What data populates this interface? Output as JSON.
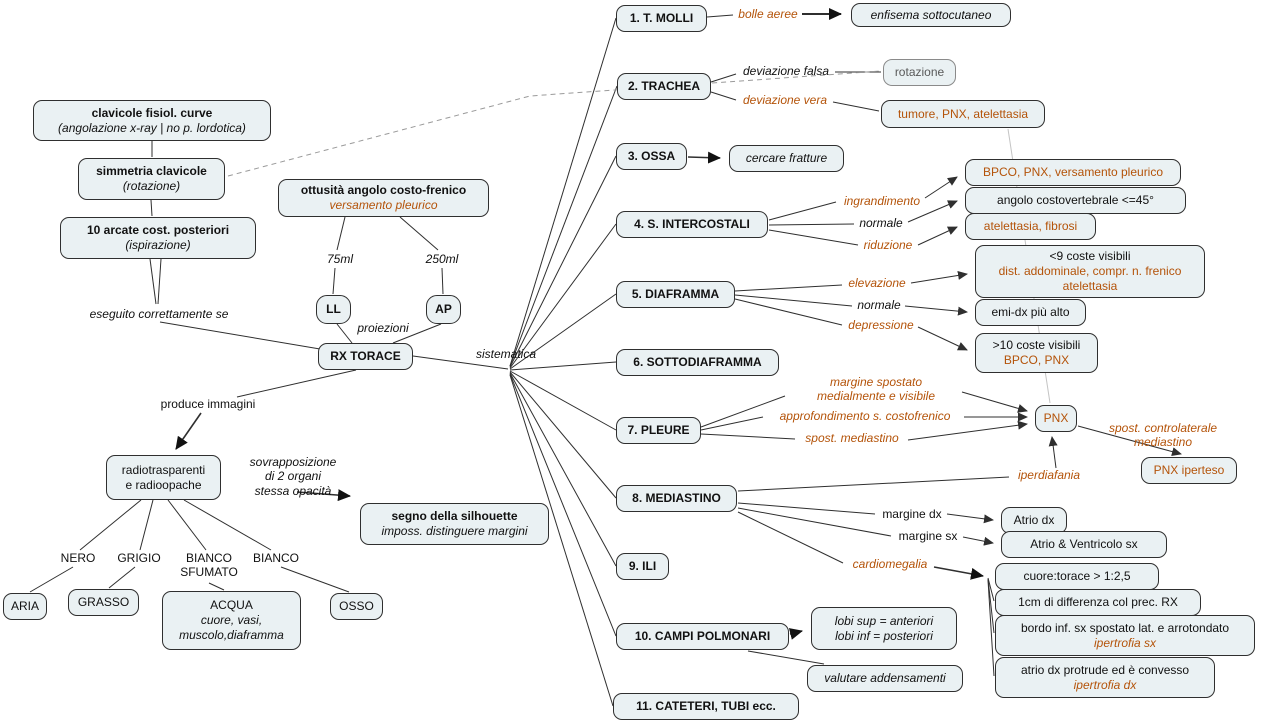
{
  "colors": {
    "accent_orange": "#b45309",
    "box_fill": "#eaf1f3",
    "line": "#2f2f2f",
    "muted_gray": "#9a9a9a"
  },
  "nodes": {
    "clavicole": {
      "l1": "clavicole fisiol. curve",
      "l2": "(angolazione x-ray | no p. lordotica)"
    },
    "simmetria": {
      "l1": "simmetria clavicole",
      "l2": "(rotazione)"
    },
    "arcate": {
      "l1": "10 arcate cost. posteriori",
      "l2": "(ispirazione)"
    },
    "eseguito": {
      "l1": "eseguito correttamente se"
    },
    "ottusita": {
      "l1": "ottusità angolo costo-frenico",
      "l2": "versamento pleurico"
    },
    "ml75": {
      "l1": "75ml"
    },
    "ml250": {
      "l1": "250ml"
    },
    "ll": {
      "l1": "LL"
    },
    "ap": {
      "l1": "AP"
    },
    "proiezioni": {
      "l1": "proiezioni"
    },
    "rxtorace": {
      "l1": "RX TORACE"
    },
    "sistematica": {
      "l1": "sistematica"
    },
    "produce": {
      "l1": "produce immagini"
    },
    "radio": {
      "l1": "radiotrasparenti",
      "l2": "e radioopache"
    },
    "sovrapposizione": {
      "l1": "sovrapposizione",
      "l2": "di 2 organi",
      "l3": "stessa opacità"
    },
    "silhouette": {
      "l1": "segno della silhouette",
      "l2": "imposs. distinguere margini"
    },
    "nero": {
      "l1": "NERO"
    },
    "grigio": {
      "l1": "GRIGIO"
    },
    "biancosfumato": {
      "l1": "BIANCO",
      "l2": "SFUMATO"
    },
    "bianco": {
      "l1": "BIANCO"
    },
    "aria": {
      "l1": "ARIA"
    },
    "grasso": {
      "l1": "GRASSO"
    },
    "acqua": {
      "l1": "ACQUA",
      "l2": "cuore, vasi,",
      "l3": "muscolo,diaframma"
    },
    "osso": {
      "l1": "OSSO"
    },
    "n1": {
      "l1": "1. T. MOLLI"
    },
    "bolle": {
      "l1": "bolle aeree"
    },
    "enfisema": {
      "l1": "enfisema sottocutaneo"
    },
    "n2": {
      "l1": "2. TRACHEA"
    },
    "devfalsa": {
      "l1": "deviazione falsa"
    },
    "rotazione": {
      "l1": "rotazione"
    },
    "devvera": {
      "l1": "deviazione vera"
    },
    "tumore": {
      "l1": "tumore, PNX, atelettasia"
    },
    "n3": {
      "l1": "3. OSSA"
    },
    "cercare": {
      "l1": "cercare fratture"
    },
    "n4": {
      "l1": "4. S. INTERCOSTALI"
    },
    "ingrandimento": {
      "l1": "ingrandimento"
    },
    "normale1": {
      "l1": "normale"
    },
    "riduzione": {
      "l1": "riduzione"
    },
    "bpco": {
      "l1": "BPCO, PNX, versamento pleurico"
    },
    "angolo": {
      "l1": "angolo costovertebrale <=45°"
    },
    "atelfibrosi": {
      "l1": "atelettasia, fibrosi"
    },
    "n5": {
      "l1": "5. DIAFRAMMA"
    },
    "elevazione": {
      "l1": "elevazione"
    },
    "normale2": {
      "l1": "normale"
    },
    "depressione": {
      "l1": "depressione"
    },
    "coste9": {
      "l1": "<9 coste visibili",
      "l2": "dist. addominale, compr. n. frenico",
      "l3": "atelettasia"
    },
    "emidx": {
      "l1": "emi-dx più alto"
    },
    "coste10": {
      "l1": ">10 coste visibili",
      "l2": "BPCO, PNX"
    },
    "n6": {
      "l1": "6. SOTTODIAFRAMMA"
    },
    "n7": {
      "l1": "7. PLEURE"
    },
    "marginespostato": {
      "l1": "margine spostato",
      "l2": "medialmente e visibile"
    },
    "approfondimento": {
      "l1": "approfondimento s. costofrenico"
    },
    "spostmediastino": {
      "l1": "spost. mediastino"
    },
    "pnx": {
      "l1": "PNX"
    },
    "spostcontro": {
      "l1": "spost. controlaterale",
      "l2": "mediastino"
    },
    "pnxiperteso": {
      "l1": "PNX iperteso"
    },
    "n8": {
      "l1": "8. MEDIASTINO"
    },
    "iperdiafania": {
      "l1": "iperdiafania"
    },
    "marginedx": {
      "l1": "margine dx"
    },
    "marginesx": {
      "l1": "margine sx"
    },
    "atriodx": {
      "l1": "Atrio dx"
    },
    "atrioventricolo": {
      "l1": "Atrio & Ventricolo sx"
    },
    "n9": {
      "l1": "9. ILI"
    },
    "cardiomegalia": {
      "l1": "cardiomegalia"
    },
    "cuoretorace": {
      "l1": "cuore:torace > 1:2,5"
    },
    "differenza": {
      "l1": "1cm di differenza col prec. RX"
    },
    "bordo": {
      "l1": "bordo inf. sx spostato lat. e arrotondato",
      "l2": "ipertrofia sx"
    },
    "atrioprotrude": {
      "l1": "atrio dx protrude ed è convesso",
      "l2": "ipertrofia dx"
    },
    "n10": {
      "l1": "10. CAMPI POLMONARI"
    },
    "lobi": {
      "l1": "lobi sup = anteriori",
      "l2": "lobi inf = posteriori"
    },
    "valutare": {
      "l1": "valutare addensamenti"
    },
    "n11": {
      "l1": "11. CATETERI, TUBI ecc."
    }
  }
}
